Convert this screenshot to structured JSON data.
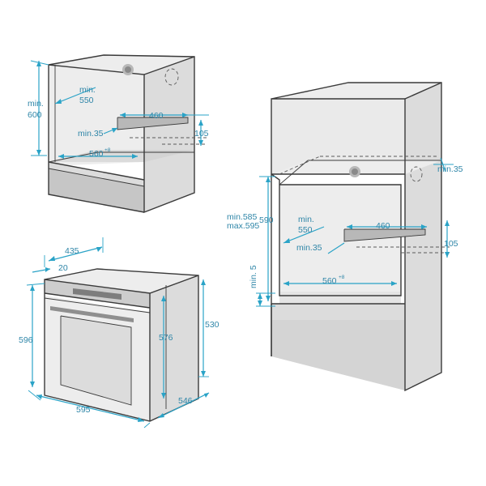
{
  "labels": {
    "cab1_min": "min.",
    "cab1_550": "550",
    "cab1_min600_a": "min.",
    "cab1_min600_b": "600",
    "cab1_460": "460",
    "cab1_min35": "min.35",
    "cab1_105": "105",
    "cab1_560": "560",
    "cab1_560_sup": "+8",
    "tall_min35": "min.35",
    "tall_min585": "min.585",
    "tall_max595": "max.595",
    "tall_590": "590",
    "tall_min": "min.",
    "tall_550": "550",
    "tall_460": "460",
    "tall_105": "105",
    "tall_min35b": "min.35",
    "tall_560": "560",
    "tall_560_sup": "+8",
    "tall_min5": "min. 5",
    "oven_435": "435",
    "oven_20": "20",
    "oven_596": "596",
    "oven_576": "576",
    "oven_530": "530",
    "oven_546": "546",
    "oven_595": "595"
  },
  "colors": {
    "dimension": "#2aa3c7",
    "outline": "#3a3a3a"
  }
}
